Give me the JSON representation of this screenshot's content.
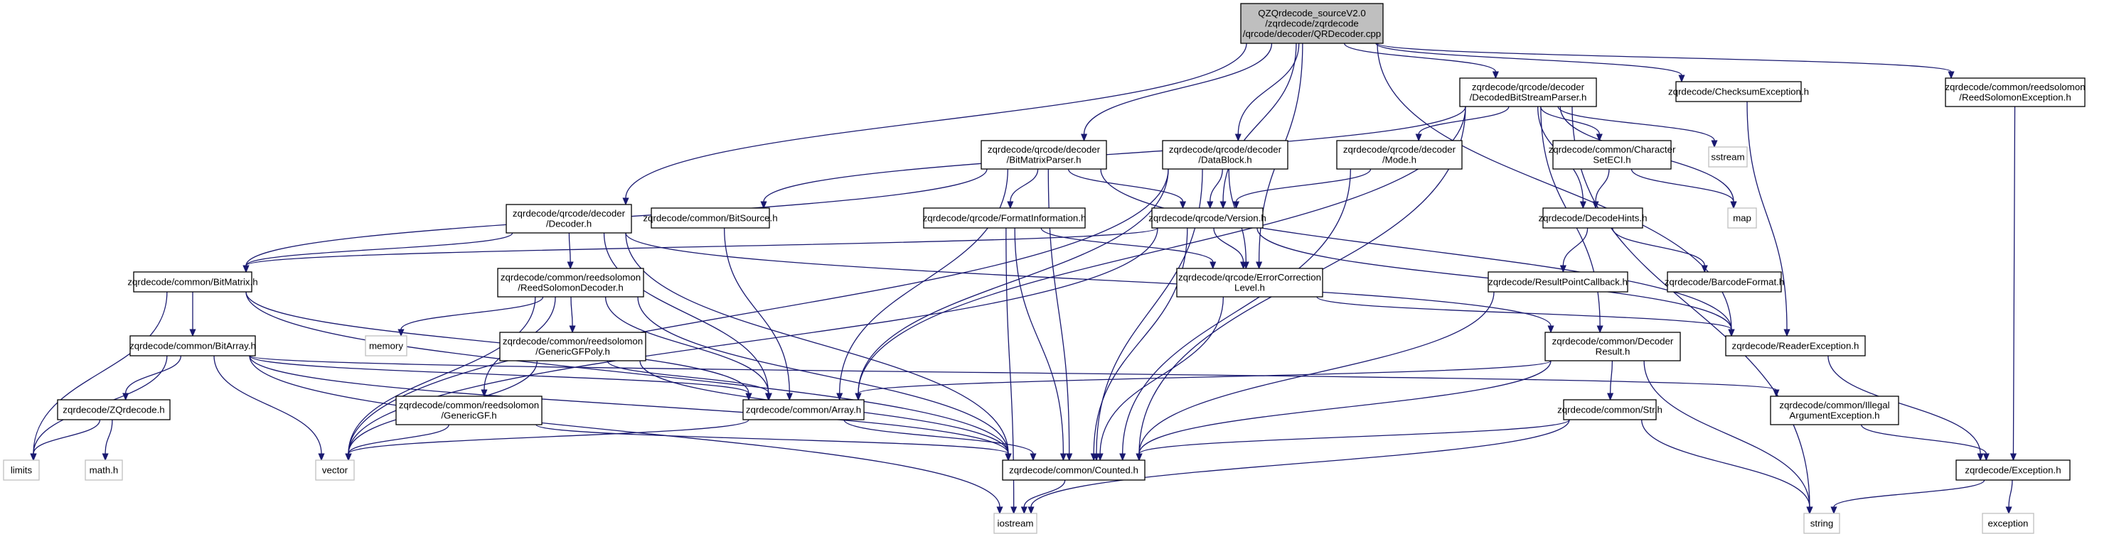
{
  "graph": {
    "nodes": [
      {
        "id": "root",
        "kind": "root",
        "lines": [
          "QZQrdecode_sourceV2.0",
          "/zqrdecode/zqrdecode",
          "/qrcode/decoder/QRDecoder.cpp"
        ]
      },
      {
        "id": "decoder_h",
        "kind": "file",
        "lines": [
          "zqrdecode/qrcode/decoder",
          "/Decoder.h"
        ]
      },
      {
        "id": "bmp_h",
        "kind": "file",
        "lines": [
          "zqrdecode/qrcode/decoder",
          "/BitMatrixParser.h"
        ]
      },
      {
        "id": "datablock_h",
        "kind": "file",
        "lines": [
          "zqrdecode/qrcode/decoder",
          "/DataBlock.h"
        ]
      },
      {
        "id": "dbsp_h",
        "kind": "file",
        "lines": [
          "zqrdecode/qrcode/decoder",
          "/DecodedBitStreamParser.h"
        ]
      },
      {
        "id": "checksum_h",
        "kind": "file",
        "lines": [
          "zqrdecode/ChecksumException.h"
        ]
      },
      {
        "id": "rsexc_h",
        "kind": "file",
        "lines": [
          "zqrdecode/common/reedsolomon",
          "/ReedSolomonException.h"
        ]
      },
      {
        "id": "bitsource_h",
        "kind": "file",
        "lines": [
          "zqrdecode/common/BitSource.h"
        ]
      },
      {
        "id": "formatinfo_h",
        "kind": "file",
        "lines": [
          "zqrdecode/qrcode/FormatInformation.h"
        ]
      },
      {
        "id": "version_h",
        "kind": "file",
        "lines": [
          "zqrdecode/qrcode/Version.h"
        ]
      },
      {
        "id": "mode_h",
        "kind": "file",
        "lines": [
          "zqrdecode/qrcode/decoder",
          "/Mode.h"
        ]
      },
      {
        "id": "charseteci_h",
        "kind": "file",
        "lines": [
          "zqrdecode/common/Character",
          "SetECI.h"
        ]
      },
      {
        "id": "sstream",
        "kind": "sys",
        "lines": [
          "sstream"
        ]
      },
      {
        "id": "decodehints_h",
        "kind": "file",
        "lines": [
          "zqrdecode/DecodeHints.h"
        ]
      },
      {
        "id": "map",
        "kind": "sys",
        "lines": [
          "map"
        ]
      },
      {
        "id": "bitmatrix_h",
        "kind": "file",
        "lines": [
          "zqrdecode/common/BitMatrix.h"
        ]
      },
      {
        "id": "rsdecoder_h",
        "kind": "file",
        "lines": [
          "zqrdecode/common/reedsolomon",
          "/ReedSolomonDecoder.h"
        ]
      },
      {
        "id": "eclevel_h",
        "kind": "file",
        "lines": [
          "zqrdecode/qrcode/ErrorCorrection",
          "Level.h"
        ]
      },
      {
        "id": "rpcallback_h",
        "kind": "file",
        "lines": [
          "zqrdecode/ResultPointCallback.h"
        ]
      },
      {
        "id": "barcodeformat_h",
        "kind": "file",
        "lines": [
          "zqrdecode/BarcodeFormat.h"
        ]
      },
      {
        "id": "memory",
        "kind": "sys",
        "lines": [
          "memory"
        ]
      },
      {
        "id": "bitarray_h",
        "kind": "file",
        "lines": [
          "zqrdecode/common/BitArray.h"
        ]
      },
      {
        "id": "gfpoly_h",
        "kind": "file",
        "lines": [
          "zqrdecode/common/reedsolomon",
          "/GenericGFPoly.h"
        ]
      },
      {
        "id": "decoderresult_h",
        "kind": "file",
        "lines": [
          "zqrdecode/common/Decoder",
          "Result.h"
        ]
      },
      {
        "id": "readerexc_h",
        "kind": "file",
        "lines": [
          "zqrdecode/ReaderException.h"
        ]
      },
      {
        "id": "zqrdecode_h",
        "kind": "file",
        "lines": [
          "zqrdecode/ZQrdecode.h"
        ]
      },
      {
        "id": "gf_h",
        "kind": "file",
        "lines": [
          "zqrdecode/common/reedsolomon",
          "/GenericGF.h"
        ]
      },
      {
        "id": "array_h",
        "kind": "file",
        "lines": [
          "zqrdecode/common/Array.h"
        ]
      },
      {
        "id": "str_h",
        "kind": "file",
        "lines": [
          "zqrdecode/common/Str.h"
        ]
      },
      {
        "id": "illegalarg_h",
        "kind": "file",
        "lines": [
          "zqrdecode/common/Illegal",
          "ArgumentException.h"
        ]
      },
      {
        "id": "limits",
        "kind": "sys",
        "lines": [
          "limits"
        ]
      },
      {
        "id": "math_h",
        "kind": "sys",
        "lines": [
          "math.h"
        ]
      },
      {
        "id": "vector",
        "kind": "sys",
        "lines": [
          "vector"
        ]
      },
      {
        "id": "counted_h",
        "kind": "file",
        "lines": [
          "zqrdecode/common/Counted.h"
        ]
      },
      {
        "id": "exception_h",
        "kind": "file",
        "lines": [
          "zqrdecode/Exception.h"
        ]
      },
      {
        "id": "iostream",
        "kind": "sys",
        "lines": [
          "iostream"
        ]
      },
      {
        "id": "string",
        "kind": "sys",
        "lines": [
          "string"
        ]
      },
      {
        "id": "exception",
        "kind": "sys",
        "lines": [
          "exception"
        ]
      }
    ],
    "edges": [
      [
        "root",
        "decoder_h"
      ],
      [
        "root",
        "bmp_h"
      ],
      [
        "root",
        "datablock_h"
      ],
      [
        "root",
        "dbsp_h"
      ],
      [
        "root",
        "checksum_h"
      ],
      [
        "root",
        "rsexc_h"
      ],
      [
        "root",
        "version_h"
      ],
      [
        "root",
        "eclevel_h"
      ],
      [
        "root",
        "readerexc_h"
      ],
      [
        "decoder_h",
        "bitmatrix_h"
      ],
      [
        "decoder_h",
        "rsdecoder_h"
      ],
      [
        "decoder_h",
        "decoderresult_h"
      ],
      [
        "decoder_h",
        "array_h"
      ],
      [
        "decoder_h",
        "counted_h"
      ],
      [
        "bmp_h",
        "bitmatrix_h"
      ],
      [
        "bmp_h",
        "formatinfo_h"
      ],
      [
        "bmp_h",
        "version_h"
      ],
      [
        "bmp_h",
        "readerexc_h"
      ],
      [
        "bmp_h",
        "array_h"
      ],
      [
        "bmp_h",
        "counted_h"
      ],
      [
        "datablock_h",
        "vector"
      ],
      [
        "datablock_h",
        "version_h"
      ],
      [
        "datablock_h",
        "eclevel_h"
      ],
      [
        "datablock_h",
        "array_h"
      ],
      [
        "datablock_h",
        "counted_h"
      ],
      [
        "dbsp_h",
        "bitsource_h"
      ],
      [
        "dbsp_h",
        "mode_h"
      ],
      [
        "dbsp_h",
        "charseteci_h"
      ],
      [
        "dbsp_h",
        "sstream"
      ],
      [
        "dbsp_h",
        "decodehints_h"
      ],
      [
        "dbsp_h",
        "map"
      ],
      [
        "dbsp_h",
        "decoderresult_h"
      ],
      [
        "dbsp_h",
        "array_h"
      ],
      [
        "dbsp_h",
        "counted_h"
      ],
      [
        "dbsp_h",
        "string"
      ],
      [
        "checksum_h",
        "readerexc_h"
      ],
      [
        "rsexc_h",
        "exception_h"
      ],
      [
        "bitsource_h",
        "array_h"
      ],
      [
        "formatinfo_h",
        "eclevel_h"
      ],
      [
        "formatinfo_h",
        "counted_h"
      ],
      [
        "formatinfo_h",
        "iostream"
      ],
      [
        "version_h",
        "bitmatrix_h"
      ],
      [
        "version_h",
        "eclevel_h"
      ],
      [
        "version_h",
        "readerexc_h"
      ],
      [
        "version_h",
        "counted_h"
      ],
      [
        "version_h",
        "vector"
      ],
      [
        "mode_h",
        "version_h"
      ],
      [
        "mode_h",
        "counted_h"
      ],
      [
        "charseteci_h",
        "map"
      ],
      [
        "charseteci_h",
        "decodehints_h"
      ],
      [
        "decodehints_h",
        "rpcallback_h"
      ],
      [
        "decodehints_h",
        "barcodeformat_h"
      ],
      [
        "rpcallback_h",
        "counted_h"
      ],
      [
        "bitmatrix_h",
        "bitarray_h"
      ],
      [
        "bitmatrix_h",
        "array_h"
      ],
      [
        "bitmatrix_h",
        "counted_h"
      ],
      [
        "bitmatrix_h",
        "limits"
      ],
      [
        "rsdecoder_h",
        "memory"
      ],
      [
        "rsdecoder_h",
        "vector"
      ],
      [
        "rsdecoder_h",
        "gfpoly_h"
      ],
      [
        "rsdecoder_h",
        "gf_h"
      ],
      [
        "rsdecoder_h",
        "array_h"
      ],
      [
        "rsdecoder_h",
        "counted_h"
      ],
      [
        "eclevel_h",
        "readerexc_h"
      ],
      [
        "eclevel_h",
        "counted_h"
      ],
      [
        "bitarray_h",
        "zqrdecode_h"
      ],
      [
        "bitarray_h",
        "limits"
      ],
      [
        "bitarray_h",
        "vector"
      ],
      [
        "bitarray_h",
        "array_h"
      ],
      [
        "bitarray_h",
        "counted_h"
      ],
      [
        "bitarray_h",
        "illegalarg_h"
      ],
      [
        "bitarray_h",
        "iostream"
      ],
      [
        "gfpoly_h",
        "vector"
      ],
      [
        "gfpoly_h",
        "array_h"
      ],
      [
        "gfpoly_h",
        "counted_h"
      ],
      [
        "gf_h",
        "vector"
      ],
      [
        "gf_h",
        "counted_h"
      ],
      [
        "decoderresult_h",
        "array_h"
      ],
      [
        "decoderresult_h",
        "str_h"
      ],
      [
        "decoderresult_h",
        "counted_h"
      ],
      [
        "decoderresult_h",
        "string"
      ],
      [
        "readerexc_h",
        "exception_h"
      ],
      [
        "zqrdecode_h",
        "limits"
      ],
      [
        "zqrdecode_h",
        "math_h"
      ],
      [
        "array_h",
        "vector"
      ],
      [
        "array_h",
        "counted_h"
      ],
      [
        "str_h",
        "string"
      ],
      [
        "str_h",
        "iostream"
      ],
      [
        "str_h",
        "counted_h"
      ],
      [
        "illegalarg_h",
        "exception_h"
      ],
      [
        "counted_h",
        "iostream"
      ],
      [
        "exception_h",
        "string"
      ],
      [
        "exception_h",
        "exception"
      ]
    ],
    "colors": {
      "edge": "#191970",
      "box_border": "#000000",
      "system_border": "#bfbfbf",
      "root_fill": "#bfbfbf",
      "box_fill": "#ffffff"
    }
  }
}
